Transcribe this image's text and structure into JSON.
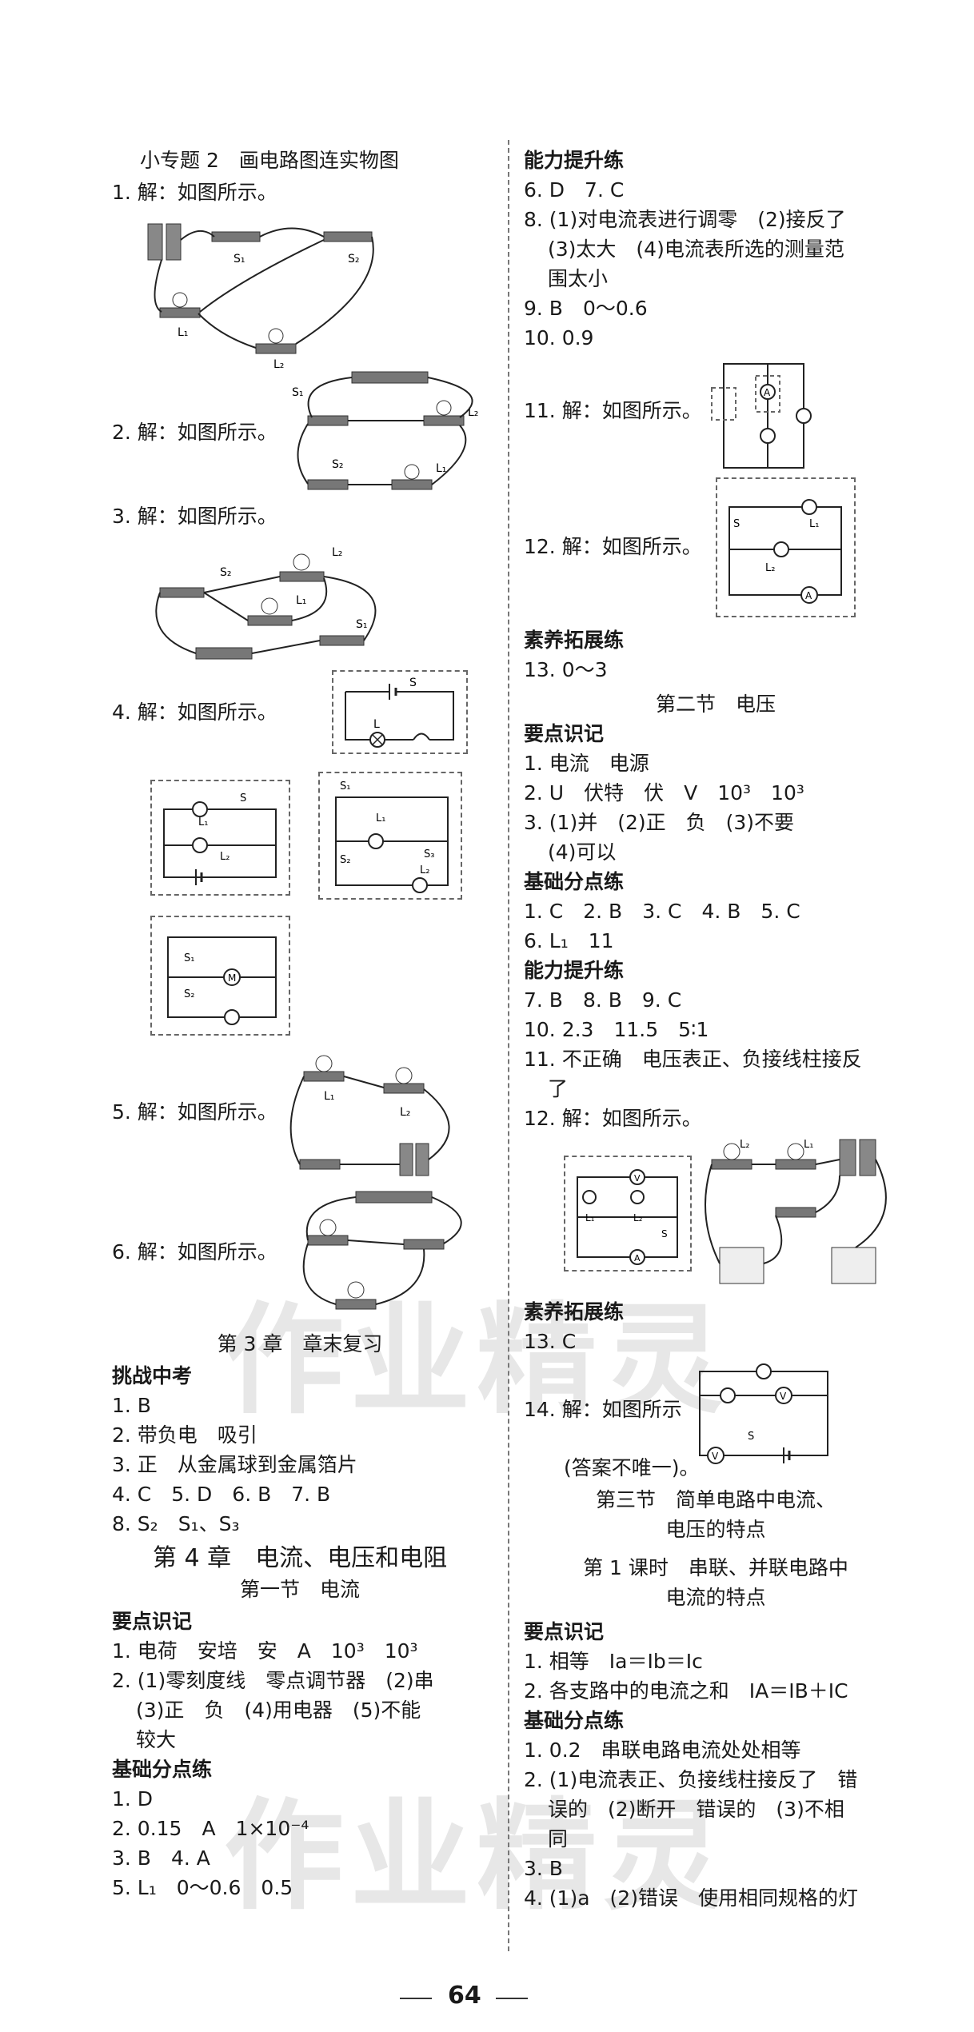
{
  "left": {
    "title": "小专题 2　画电路图连实物图",
    "a1": "1. 解：如图所示。",
    "a2": "2. 解：如图所示。",
    "a3": "3. 解：如图所示。",
    "a4": "4. 解：如图所示。",
    "a5": "5. 解：如图所示。",
    "a6": "6. 解：如图所示。",
    "ch3_title": "第 3 章　章末复习",
    "tiaozhan": "挑战中考",
    "c1": "1. B",
    "c2": "2. 带负电　吸引",
    "c3": "3. 正　从金属球到金属箔片",
    "c4": "4. C　5. D　6. B　7. B",
    "c8": "8. S₂　S₁、S₃",
    "ch4_title": "第 4 章　电流、电压和电阻",
    "sec1_title": "第一节　电流",
    "yaodian": "要点识记",
    "y1": "1. 电荷　安培　安　A　10³　10³",
    "y2a": "2. (1)零刻度线　零点调节器　(2)串",
    "y2b": "(3)正　负　(4)用电器　(5)不能",
    "y2c": "较大",
    "jichu": "基础分点练",
    "j1": "1. D",
    "j2": "2. 0.15　A　1×10⁻⁴",
    "j3": "3. B　4. A",
    "j5": "5. L₁　0～0.6　0.5"
  },
  "right": {
    "nengli": "能力提升练",
    "n6": "6. D　7. C",
    "n8a": "8. (1)对电流表进行调零　(2)接反了",
    "n8b": "(3)太大　(4)电流表所选的测量范",
    "n8c": "围太小",
    "n9": "9. B　0～0.6",
    "n10": "10. 0.9",
    "n11": "11. 解：如图所示。",
    "n12": "12. 解：如图所示。",
    "suyang": "素养拓展练",
    "s13": "13. 0～3",
    "sec2_title": "第二节　电压",
    "yaodian": "要点识记",
    "y1": "1. 电流　电源",
    "y2": "2. U　伏特　伏　V　10³　10³",
    "y3a": "3. (1)并　(2)正　负　(3)不要",
    "y3b": "(4)可以",
    "jichu": "基础分点练",
    "j1": "1. C　2. B　3. C　4. B　5. C",
    "j6": "6. L₁　11",
    "nengli2": "能力提升练",
    "n7": "7. B　8. B　9. C",
    "n10b": "10. 2.3　11.5　5∶1",
    "n11a": "11. 不正确　电压表正、负接线柱接反",
    "n11b": "了",
    "n12b": "12. 解：如图所示。",
    "suyang2": "素养拓展练",
    "s13b": "13. C",
    "s14": "14. 解：如图所示",
    "s14note": "(答案不唯一)。",
    "sec3_title1": "第三节　简单电路中电流、",
    "sec3_title2": "电压的特点",
    "lesson1a": "第 1 课时　串联、并联电路中",
    "lesson1b": "电流的特点",
    "yaodian3": "要点识记",
    "z1": "1. 相等　Ia＝Ib＝Ic",
    "z2": "2. 各支路中的电流之和　IA＝IB＋IC",
    "jichu3": "基础分点练",
    "k1": "1. 0.2　串联电路电流处处相等",
    "k2a": "2. (1)电流表正、负接线柱接反了　错",
    "k2b": "误的　(2)断开　错误的　(3)不相",
    "k2c": "同",
    "k3": "3. B",
    "k4": "4. (1)a　(2)错误　使用相同规格的灯"
  },
  "labels": {
    "L": "L",
    "L1": "L₁",
    "L2": "L₂",
    "S": "S",
    "S1": "S₁",
    "S2": "S₂",
    "S3": "S₃",
    "A": "A",
    "V": "V",
    "M": "M"
  },
  "watermark": "作业精灵",
  "page_number": "64"
}
